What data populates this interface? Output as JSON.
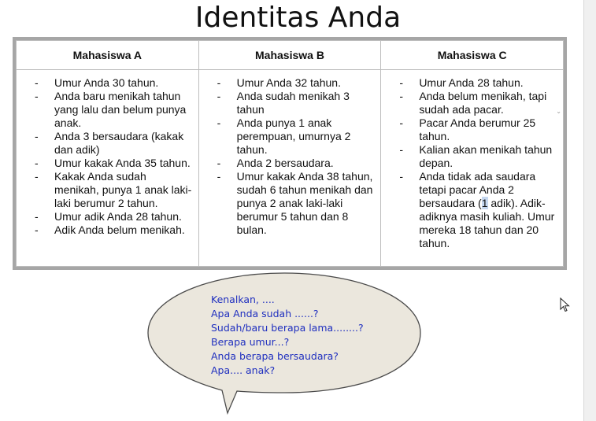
{
  "title": "Identitas Anda",
  "table": {
    "columns": [
      {
        "header": "Mahasiswa A",
        "items": [
          "Umur Anda 30 tahun.",
          "Anda baru menikah tahun yang lalu dan belum punya anak.",
          "Anda 3 bersaudara (kakak dan adik)",
          "Umur kakak Anda 35 tahun.",
          "Kakak Anda sudah menikah, punya 1 anak laki-laki berumur 2 tahun.",
          "Umur adik Anda 28 tahun.",
          "Adik Anda belum menikah."
        ]
      },
      {
        "header": "Mahasiswa B",
        "items": [
          "Umur Anda 32 tahun.",
          "Anda sudah menikah 3 tahun",
          "Anda punya 1 anak perempuan, umurnya 2 tahun.",
          "Anda 2 bersaudara.",
          "Umur kakak Anda 38 tahun, sudah 6 tahun menikah dan punya 2 anak laki-laki berumur 5 tahun dan 8 bulan."
        ]
      },
      {
        "header": "Mahasiswa C",
        "items": [
          "Umur Anda 28 tahun.",
          "Anda belum menikah, tapi sudah ada pacar.",
          "Pacar Anda berumur 25 tahun.",
          "Kalian akan menikah tahun depan."
        ],
        "last_item": {
          "before_highlight": "Anda  tidak ada saudara tetapi pacar Anda 2 bersaudara (",
          "highlight": "1",
          "after_highlight": " adik). Adik-adiknya masih kuliah. Umur mereka 18 tahun dan 20 tahun."
        }
      }
    ]
  },
  "bubble": {
    "lines": [
      "Kenalkan, ....",
      "Apa Anda sudah ......?",
      "Sudah/baru berapa lama........?",
      "Berapa umur...?",
      "Anda berapa bersaudara?",
      "Apa.... anak?"
    ],
    "fill": "#ebe7dd",
    "stroke": "#4a4a4a"
  },
  "colors": {
    "table_border": "#a6a6a6",
    "bubble_text": "#1f2fbf"
  }
}
